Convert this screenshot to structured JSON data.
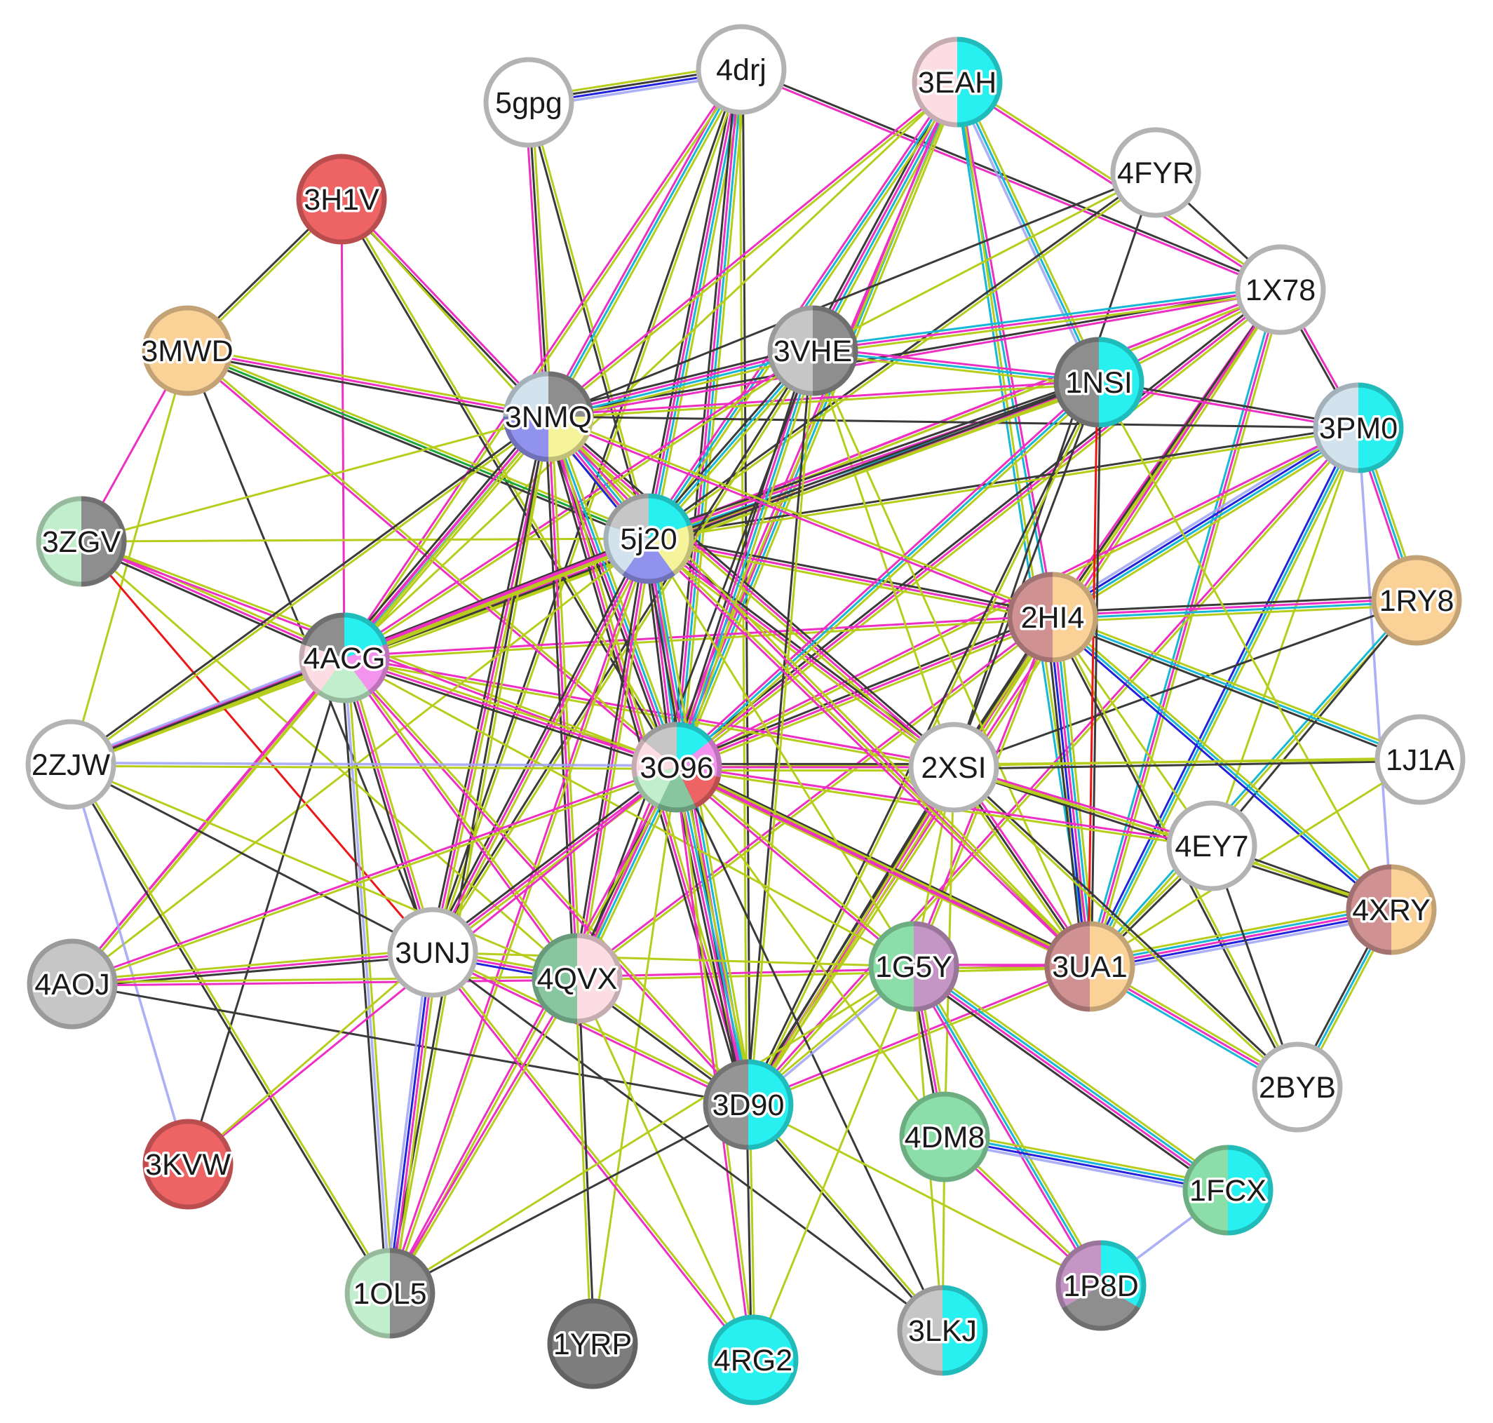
{
  "network": {
    "edge_colors": {
      "co": "#b7cd1c",
      "mu": "#ee2fc4",
      "cy": "#17b7d6",
      "bl": "#2222dd",
      "lb": "#9ea2f2",
      "da": "#3a3a3a",
      "gr": "#18a83a",
      "re": "#ee1515"
    },
    "slice_colors": {
      "C": "#29f0f0",
      "P": "#fbdde3",
      "D": "#8e8e8e",
      "L": "#c6c6c6",
      "Y": "#f6f49a",
      "U": "#d2e3ee",
      "V": "#9191ee",
      "M": "#f493ee",
      "E": "#ee6464",
      "G": "#c1eecc",
      "H": "#87c69e",
      "N": "#8bdea7",
      "O": "#fad196",
      "R": "#cf9191",
      "W": "#c596c5",
      "A": "#959595",
      "X": "#c6c6c6",
      "Z": "#7d7d7d"
    },
    "nodes": [
      {
        "id": "4drj",
        "label": "4drj",
        "slices": []
      },
      {
        "id": "5gpg",
        "label": "5gpg",
        "slices": []
      },
      {
        "id": "3EAH",
        "label": "3EAH",
        "slices": [
          "C",
          "P"
        ]
      },
      {
        "id": "4FYR",
        "label": "4FYR",
        "slices": []
      },
      {
        "id": "3H1V",
        "label": "3H1V",
        "slices": [
          "E"
        ]
      },
      {
        "id": "1X78",
        "label": "1X78",
        "slices": []
      },
      {
        "id": "3MWD",
        "label": "3MWD",
        "slices": [
          "O"
        ]
      },
      {
        "id": "3VHE",
        "label": "3VHE",
        "slices": [
          "D",
          "L"
        ]
      },
      {
        "id": "1NSI",
        "label": "1NSI",
        "slices": [
          "C",
          "D"
        ]
      },
      {
        "id": "3NMQ",
        "label": "3NMQ",
        "slices": [
          "D",
          "Y",
          "V",
          "U"
        ]
      },
      {
        "id": "3PM0",
        "label": "3PM0",
        "slices": [
          "C",
          "U"
        ]
      },
      {
        "id": "3ZGV",
        "label": "3ZGV",
        "slices": [
          "D",
          "G"
        ]
      },
      {
        "id": "5j20",
        "label": "5j20",
        "slices": [
          "C",
          "Y",
          "V",
          "U",
          "L"
        ]
      },
      {
        "id": "1RY8",
        "label": "1RY8",
        "slices": [
          "O"
        ]
      },
      {
        "id": "2HI4",
        "label": "2HI4",
        "slices": [
          "O",
          "R"
        ]
      },
      {
        "id": "4ACG",
        "label": "4ACG",
        "slices": [
          "C",
          "M",
          "G",
          "P",
          "D"
        ]
      },
      {
        "id": "2ZJW",
        "label": "2ZJW",
        "slices": []
      },
      {
        "id": "3O96",
        "label": "3O96",
        "slices": [
          "C",
          "M",
          "E",
          "H",
          "G",
          "P",
          "L"
        ]
      },
      {
        "id": "2XSI",
        "label": "2XSI",
        "slices": []
      },
      {
        "id": "1J1A",
        "label": "1J1A",
        "slices": []
      },
      {
        "id": "4EY7",
        "label": "4EY7",
        "slices": []
      },
      {
        "id": "4XRY",
        "label": "4XRY",
        "slices": [
          "O",
          "R"
        ]
      },
      {
        "id": "4AOJ",
        "label": "4AOJ",
        "slices": [
          "X"
        ]
      },
      {
        "id": "3UNJ",
        "label": "3UNJ",
        "slices": []
      },
      {
        "id": "4QVX",
        "label": "4QVX",
        "slices": [
          "P",
          "H"
        ]
      },
      {
        "id": "1G5Y",
        "label": "1G5Y",
        "slices": [
          "W",
          "N"
        ]
      },
      {
        "id": "3UA1",
        "label": "3UA1",
        "slices": [
          "O",
          "R"
        ]
      },
      {
        "id": "2BYB",
        "label": "2BYB",
        "slices": []
      },
      {
        "id": "3D90",
        "label": "3D90",
        "slices": [
          "C",
          "A"
        ]
      },
      {
        "id": "4DM8",
        "label": "4DM8",
        "slices": [
          "N"
        ]
      },
      {
        "id": "3KVW",
        "label": "3KVW",
        "slices": [
          "E"
        ]
      },
      {
        "id": "1FCX",
        "label": "1FCX",
        "slices": [
          "C",
          "N"
        ]
      },
      {
        "id": "1OL5",
        "label": "1OL5",
        "slices": [
          "D",
          "G"
        ]
      },
      {
        "id": "1P8D",
        "label": "1P8D",
        "slices": [
          "C",
          "D",
          "W"
        ]
      },
      {
        "id": "1YRP",
        "label": "1YRP",
        "slices": [
          "Z"
        ]
      },
      {
        "id": "4RG2",
        "label": "4RG2",
        "slices": [
          "C"
        ]
      },
      {
        "id": "3LKJ",
        "label": "3LKJ",
        "slices": [
          "C",
          "L"
        ]
      }
    ],
    "edges": [
      [
        "5gpg",
        "4drj",
        "co,da,bl,lb"
      ],
      [
        "5gpg",
        "3NMQ",
        "co,da,mu"
      ],
      [
        "5gpg",
        "5j20",
        "co,da"
      ],
      [
        "4drj",
        "3NMQ",
        "co,cy,mu"
      ],
      [
        "4drj",
        "5j20",
        "co,cy,mu,da"
      ],
      [
        "4drj",
        "3O96",
        "co,cy,mu,da"
      ],
      [
        "4drj",
        "4ACG",
        "co,mu"
      ],
      [
        "4drj",
        "3D90",
        "da,co"
      ],
      [
        "4drj",
        "1X78",
        "da,mu"
      ],
      [
        "4drj",
        "3UNJ",
        "co,da"
      ],
      [
        "3EAH",
        "3VHE",
        "co,cy,mu,da"
      ],
      [
        "3EAH",
        "1NSI",
        "co,cy,lb"
      ],
      [
        "3EAH",
        "5j20",
        "co,cy,mu"
      ],
      [
        "3EAH",
        "3O96",
        "co,cy,mu"
      ],
      [
        "3EAH",
        "3NMQ",
        "co,mu"
      ],
      [
        "3EAH",
        "1X78",
        "co,mu"
      ],
      [
        "3EAH",
        "4ACG",
        "co"
      ],
      [
        "3EAH",
        "4QVX",
        "co,mu"
      ],
      [
        "3EAH",
        "2HI4",
        "mu,cy"
      ],
      [
        "3EAH",
        "3UA1",
        "co,cy"
      ],
      [
        "4FYR",
        "1X78",
        "da"
      ],
      [
        "4FYR",
        "3NMQ",
        "da"
      ],
      [
        "4FYR",
        "5j20",
        "co,da"
      ],
      [
        "4FYR",
        "2XSI",
        "da"
      ],
      [
        "4FYR",
        "3VHE",
        "co"
      ],
      [
        "1X78",
        "3PM0",
        "mu,da"
      ],
      [
        "1X78",
        "1NSI",
        "co,mu"
      ],
      [
        "1X78",
        "3NMQ",
        "mu,da"
      ],
      [
        "1X78",
        "5j20",
        "co,mu"
      ],
      [
        "1X78",
        "3O96",
        "co,mu,da"
      ],
      [
        "1X78",
        "4ACG",
        "co,mu"
      ],
      [
        "1X78",
        "2HI4",
        "co,mu"
      ],
      [
        "1X78",
        "3UA1",
        "co,mu,cy"
      ],
      [
        "1X78",
        "2XSI",
        "co,da"
      ],
      [
        "1X78",
        "3D90",
        "co,mu"
      ],
      [
        "1X78",
        "3VHE",
        "co,mu,cy"
      ],
      [
        "3PM0",
        "1RY8",
        "co,cy,mu"
      ],
      [
        "3PM0",
        "2HI4",
        "co,cy,bl,lb"
      ],
      [
        "3PM0",
        "3UA1",
        "co,cy,bl"
      ],
      [
        "3PM0",
        "3NMQ",
        "da"
      ],
      [
        "3PM0",
        "5j20",
        "co,da"
      ],
      [
        "3PM0",
        "3O96",
        "co,mu"
      ],
      [
        "3PM0",
        "4XRY",
        "lb"
      ],
      [
        "3PM0",
        "4EY7",
        "co"
      ],
      [
        "3PM0",
        "3D90",
        "co,mu"
      ],
      [
        "1RY8",
        "2HI4",
        "co,cy,mu,da"
      ],
      [
        "1RY8",
        "3UA1",
        "co,cy"
      ],
      [
        "1RY8",
        "4EY7",
        "da"
      ],
      [
        "1RY8",
        "2XSI",
        "da"
      ],
      [
        "2HI4",
        "3UA1",
        "co,cy,mu,bl,da"
      ],
      [
        "2HI4",
        "4XRY",
        "co,cy,bl"
      ],
      [
        "2HI4",
        "2BYB",
        "co,da"
      ],
      [
        "2HI4",
        "4EY7",
        "co"
      ],
      [
        "2HI4",
        "1J1A",
        "co,cy,da"
      ],
      [
        "2HI4",
        "3O96",
        "co,mu,da"
      ],
      [
        "2HI4",
        "5j20",
        "co,mu,da"
      ],
      [
        "2HI4",
        "3D90",
        "co,mu,da"
      ],
      [
        "2HI4",
        "2XSI",
        "co,da"
      ],
      [
        "2HI4",
        "4QVX",
        "co,mu"
      ],
      [
        "2HI4",
        "4ACG",
        "co,mu"
      ],
      [
        "2HI4",
        "1G5Y",
        "co,mu"
      ],
      [
        "3UA1",
        "4XRY",
        "co,cy,mu,bl,lb"
      ],
      [
        "3UA1",
        "4EY7",
        "co,da"
      ],
      [
        "3UA1",
        "2BYB",
        "co,mu,cy"
      ],
      [
        "3UA1",
        "2XSI",
        "co,da,mu"
      ],
      [
        "3UA1",
        "1NSI",
        "re,da"
      ],
      [
        "3UA1",
        "3O96",
        "co,mu,da"
      ],
      [
        "3UA1",
        "4QVX",
        "co,mu"
      ],
      [
        "3UA1",
        "1G5Y",
        "co,mu"
      ],
      [
        "3UA1",
        "3D90",
        "co,mu"
      ],
      [
        "3UA1",
        "1J1A",
        "co"
      ],
      [
        "3UA1",
        "3VHE",
        "co"
      ],
      [
        "4XRY",
        "2BYB",
        "co,cy,da"
      ],
      [
        "4XRY",
        "4EY7",
        "co,da"
      ],
      [
        "4XRY",
        "2XSI",
        "da,co"
      ],
      [
        "4XRY",
        "1NSI",
        "co"
      ],
      [
        "2BYB",
        "4EY7",
        "da"
      ],
      [
        "2BYB",
        "2XSI",
        "co,da"
      ],
      [
        "1J1A",
        "2XSI",
        "da,co"
      ],
      [
        "1J1A",
        "3O96",
        "co"
      ],
      [
        "4EY7",
        "2XSI",
        "co,mu"
      ],
      [
        "4EY7",
        "3O96",
        "co,mu"
      ],
      [
        "2XSI",
        "3O96",
        "co,mu,da"
      ],
      [
        "2XSI",
        "5j20",
        "co,mu,da"
      ],
      [
        "2XSI",
        "3NMQ",
        "co,mu,da"
      ],
      [
        "2XSI",
        "3VHE",
        "co"
      ],
      [
        "2XSI",
        "4ACG",
        "co,mu"
      ],
      [
        "2XSI",
        "1NSI",
        "da"
      ],
      [
        "2XSI",
        "3D90",
        "co,da"
      ],
      [
        "2XSI",
        "1G5Y",
        "co"
      ],
      [
        "2XSI",
        "4DM8",
        "co"
      ],
      [
        "1NSI",
        "3NMQ",
        "co,mu"
      ],
      [
        "1NSI",
        "5j20",
        "co,cy,mu,da"
      ],
      [
        "1NSI",
        "3O96",
        "co,cy,mu"
      ],
      [
        "1NSI",
        "4ACG",
        "co,mu,da"
      ],
      [
        "1NSI",
        "3VHE",
        "co,cy,mu"
      ],
      [
        "1NSI",
        "3D90",
        "co,da"
      ],
      [
        "1NSI",
        "3PM0",
        "da,mu"
      ],
      [
        "1NSI",
        "2ZJW",
        "co,da"
      ],
      [
        "3VHE",
        "3NMQ",
        "co,cy,mu,da"
      ],
      [
        "3VHE",
        "5j20",
        "co,cy,da"
      ],
      [
        "3VHE",
        "3O96",
        "co,cy,mu,da"
      ],
      [
        "3VHE",
        "4ACG",
        "co,mu"
      ],
      [
        "3VHE",
        "4QVX",
        "da"
      ],
      [
        "3VHE",
        "3UNJ",
        "co,da"
      ],
      [
        "3VHE",
        "3D90",
        "co,da"
      ],
      [
        "3H1V",
        "3MWD",
        "co,da"
      ],
      [
        "3H1V",
        "4ACG",
        "mu"
      ],
      [
        "3H1V",
        "3NMQ",
        "mu,da"
      ],
      [
        "3H1V",
        "5j20",
        "co"
      ],
      [
        "3H1V",
        "3O96",
        "co,da"
      ],
      [
        "3MWD",
        "3NMQ",
        "co,mu,da"
      ],
      [
        "3MWD",
        "5j20",
        "co,gr,da"
      ],
      [
        "3MWD",
        "3ZGV",
        "mu"
      ],
      [
        "3MWD",
        "2ZJW",
        "co"
      ],
      [
        "3MWD",
        "3O96",
        "co,mu"
      ],
      [
        "3MWD",
        "3UNJ",
        "da"
      ],
      [
        "3ZGV",
        "4ACG",
        "co,mu,da"
      ],
      [
        "3ZGV",
        "3UNJ",
        "re"
      ],
      [
        "3ZGV",
        "3NMQ",
        "co"
      ],
      [
        "3ZGV",
        "5j20",
        "co"
      ],
      [
        "3ZGV",
        "3O96",
        "co,mu"
      ],
      [
        "3ZGV",
        "4QVX",
        "co"
      ],
      [
        "3NMQ",
        "5j20",
        "co,cy,mu,bl"
      ],
      [
        "3NMQ",
        "3O96",
        "co,cy,mu,da"
      ],
      [
        "3NMQ",
        "4ACG",
        "co,cy,mu,da"
      ],
      [
        "3NMQ",
        "2ZJW",
        "co,da"
      ],
      [
        "3NMQ",
        "3UNJ",
        "co,mu,da"
      ],
      [
        "3NMQ",
        "4QVX",
        "co,mu,da"
      ],
      [
        "3NMQ",
        "3D90",
        "co,mu,da"
      ],
      [
        "3NMQ",
        "1OL5",
        "co,da"
      ],
      [
        "3NMQ",
        "4AOJ",
        "co,mu"
      ],
      [
        "3NMQ",
        "2HI4",
        "co,mu"
      ],
      [
        "3NMQ",
        "3UA1",
        "co,mu"
      ],
      [
        "5j20",
        "3O96",
        "co,cy,mu,da"
      ],
      [
        "5j20",
        "4ACG",
        "co,mu,da"
      ],
      [
        "5j20",
        "2ZJW",
        "co,mu"
      ],
      [
        "5j20",
        "3UNJ",
        "co,mu,da"
      ],
      [
        "5j20",
        "4QVX",
        "co,mu,da"
      ],
      [
        "5j20",
        "3D90",
        "co,cy,mu,da"
      ],
      [
        "5j20",
        "1OL5",
        "co,mu"
      ],
      [
        "5j20",
        "4AOJ",
        "co"
      ],
      [
        "5j20",
        "3UA1",
        "co,mu"
      ],
      [
        "5j20",
        "1G5Y",
        "co"
      ],
      [
        "4ACG",
        "3O96",
        "co,mu,da"
      ],
      [
        "4ACG",
        "2ZJW",
        "co,da,lb"
      ],
      [
        "4ACG",
        "3UNJ",
        "co,mu,da"
      ],
      [
        "4ACG",
        "4QVX",
        "co,mu"
      ],
      [
        "4ACG",
        "3D90",
        "co,mu"
      ],
      [
        "4ACG",
        "1OL5",
        "co,lb,da"
      ],
      [
        "4ACG",
        "4AOJ",
        "co,mu"
      ],
      [
        "4ACG",
        "3KVW",
        "da"
      ],
      [
        "4ACG",
        "1G5Y",
        "co"
      ],
      [
        "2ZJW",
        "3O96",
        "lb,co"
      ],
      [
        "2ZJW",
        "3UNJ",
        "da"
      ],
      [
        "2ZJW",
        "4QVX",
        "co"
      ],
      [
        "2ZJW",
        "1OL5",
        "co,da"
      ],
      [
        "2ZJW",
        "3KVW",
        "lb"
      ],
      [
        "3O96",
        "3UNJ",
        "co,mu,da"
      ],
      [
        "3O96",
        "4QVX",
        "co,cy,mu,da"
      ],
      [
        "3O96",
        "3D90",
        "co,cy,mu,da"
      ],
      [
        "3O96",
        "1OL5",
        "co,mu"
      ],
      [
        "3O96",
        "4AOJ",
        "co,mu"
      ],
      [
        "3O96",
        "3KVW",
        "mu"
      ],
      [
        "3O96",
        "1G5Y",
        "co,mu"
      ],
      [
        "3O96",
        "4RG2",
        "co,mu"
      ],
      [
        "3O96",
        "1YRP",
        "co"
      ],
      [
        "3O96",
        "3LKJ",
        "da"
      ],
      [
        "3O96",
        "4DM8",
        "co"
      ],
      [
        "3O96",
        "3UA1",
        "co,mu"
      ],
      [
        "4AOJ",
        "3UNJ",
        "co,mu,da"
      ],
      [
        "4AOJ",
        "4QVX",
        "co,mu"
      ],
      [
        "4AOJ",
        "3D90",
        "da"
      ],
      [
        "3UNJ",
        "4QVX",
        "co,mu,bl"
      ],
      [
        "3UNJ",
        "1OL5",
        "co,mu,bl,lb"
      ],
      [
        "3UNJ",
        "3D90",
        "co,mu"
      ],
      [
        "3UNJ",
        "3KVW",
        "co"
      ],
      [
        "3UNJ",
        "4RG2",
        "co,mu"
      ],
      [
        "3UNJ",
        "3LKJ",
        "da"
      ],
      [
        "3UNJ",
        "1G5Y",
        "co"
      ],
      [
        "4QVX",
        "3D90",
        "co,da"
      ],
      [
        "4QVX",
        "1YRP",
        "da,co"
      ],
      [
        "4QVX",
        "1OL5",
        "co,mu"
      ],
      [
        "4QVX",
        "4RG2",
        "co"
      ],
      [
        "3D90",
        "4RG2",
        "co,da"
      ],
      [
        "3D90",
        "3LKJ",
        "co,da"
      ],
      [
        "3D90",
        "1OL5",
        "da"
      ],
      [
        "3D90",
        "1G5Y",
        "co,lb"
      ],
      [
        "1G5Y",
        "4DM8",
        "co,mu,da"
      ],
      [
        "1G5Y",
        "1FCX",
        "co,cy,mu,da"
      ],
      [
        "1G5Y",
        "1P8D",
        "co,cy,mu"
      ],
      [
        "1G5Y",
        "3LKJ",
        "co"
      ],
      [
        "1G5Y",
        "4RG2",
        "co"
      ],
      [
        "1G5Y",
        "1OL5",
        "co"
      ],
      [
        "4DM8",
        "1FCX",
        "co,cy,bl,lb"
      ],
      [
        "4DM8",
        "3LKJ",
        "co"
      ],
      [
        "4DM8",
        "1P8D",
        "co,mu"
      ],
      [
        "1P8D",
        "1FCX",
        "lb"
      ],
      [
        "1P8D",
        "3D90",
        "co"
      ]
    ]
  }
}
